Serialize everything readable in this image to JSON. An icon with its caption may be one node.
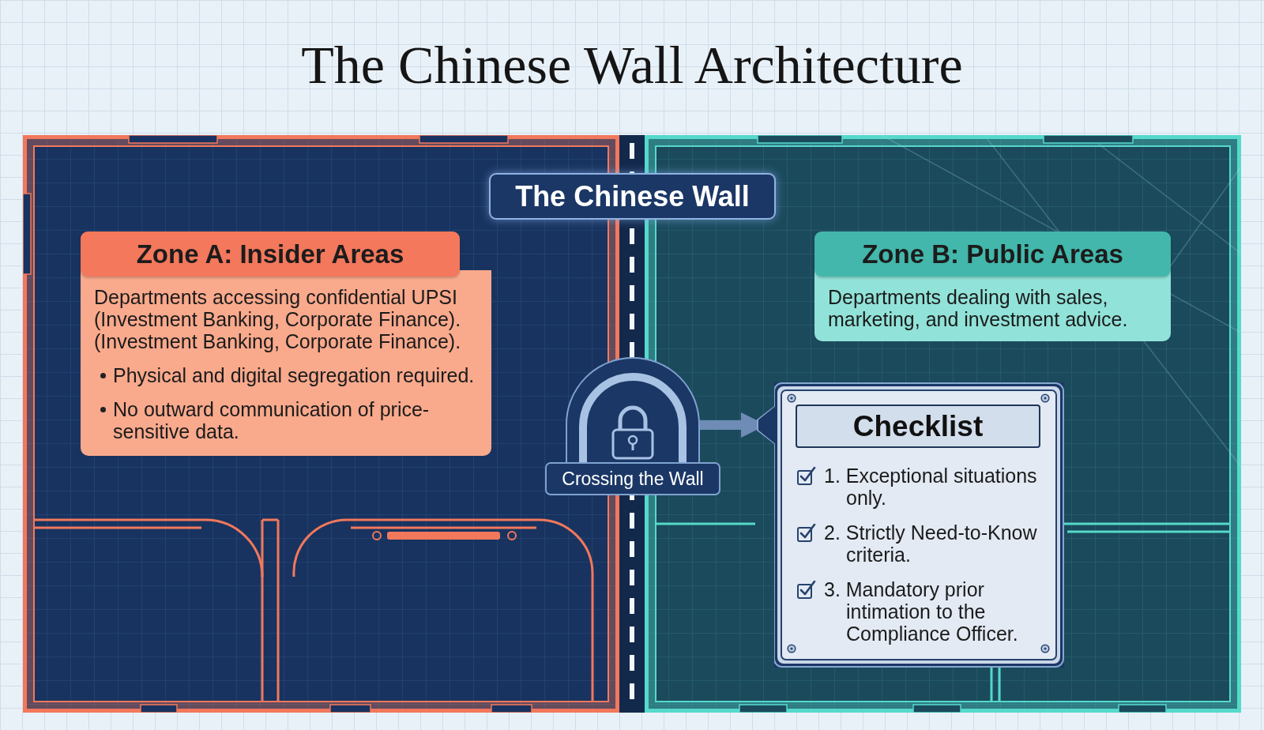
{
  "diagram": {
    "title": "The Chinese Wall Architecture",
    "nodes": [
      {
        "text": [
          "The Chinese Wall"
        ]
      },
      {
        "text": [
          "Zone A: Insider Areas",
          "Departments accessing confidential UPSI (Investment Banking, Corporate Finance). (Investment Banking, Corporate Finance).",
          "Physical and digital segregation required.",
          "No outward communication of price-sensitive data."
        ]
      },
      {
        "text": [
          "Zone B: Public Areas",
          "Departments dealing with sales, marketing, and investment advice."
        ]
      },
      {
        "text": [
          "Crossing the Wall"
        ]
      },
      {
        "text": [
          "Checklist",
          "1. Exceptional situations only.",
          "2. Strictly Need-to-Know criteria.",
          "3. Mandatory prior intimation to the Compliance Officer."
        ]
      }
    ],
    "edges": [
      {
        "from": 3,
        "to": 4,
        "arrow": "to"
      }
    ]
  }
}
